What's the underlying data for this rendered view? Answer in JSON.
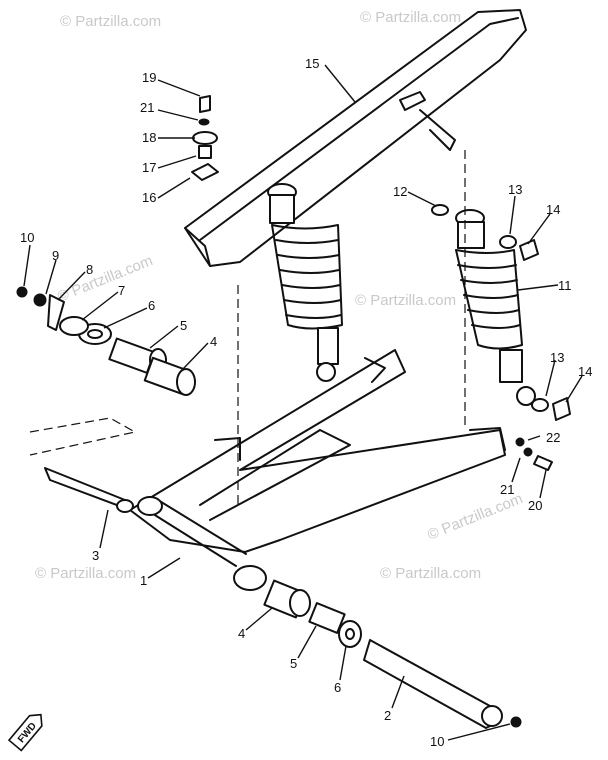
{
  "watermark": "© Partzilla.com",
  "fwd_label": "FWD",
  "callouts": {
    "c1": "1",
    "c2": "2",
    "c3": "3",
    "c4a": "4",
    "c4b": "4",
    "c5a": "5",
    "c5b": "5",
    "c6a": "6",
    "c6b": "6",
    "c7": "7",
    "c8": "8",
    "c9": "9",
    "c10a": "10",
    "c10b": "10",
    "c11": "11",
    "c12": "12",
    "c13a": "13",
    "c13b": "13",
    "c14a": "14",
    "c14b": "14",
    "c15": "15",
    "c16": "16",
    "c17": "17",
    "c18": "18",
    "c19": "19",
    "c20": "20",
    "c21a": "21",
    "c21b": "21",
    "c22": "22"
  }
}
